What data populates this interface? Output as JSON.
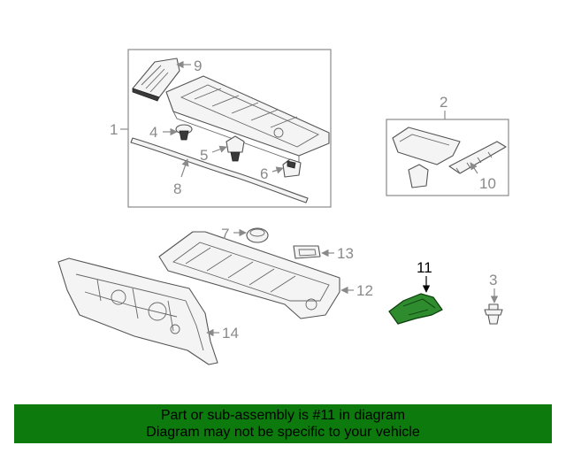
{
  "diagram": {
    "highlight_part": "11",
    "accent_color": "#0d7a0d",
    "callouts": [
      "1",
      "2",
      "3",
      "4",
      "5",
      "6",
      "7",
      "8",
      "9",
      "10",
      "11",
      "12",
      "13",
      "14"
    ]
  },
  "banner": {
    "line1": "Part or sub-assembly is #11 in diagram",
    "line2": "Diagram may not be specific to your vehicle",
    "background": "#0d7a0d"
  }
}
